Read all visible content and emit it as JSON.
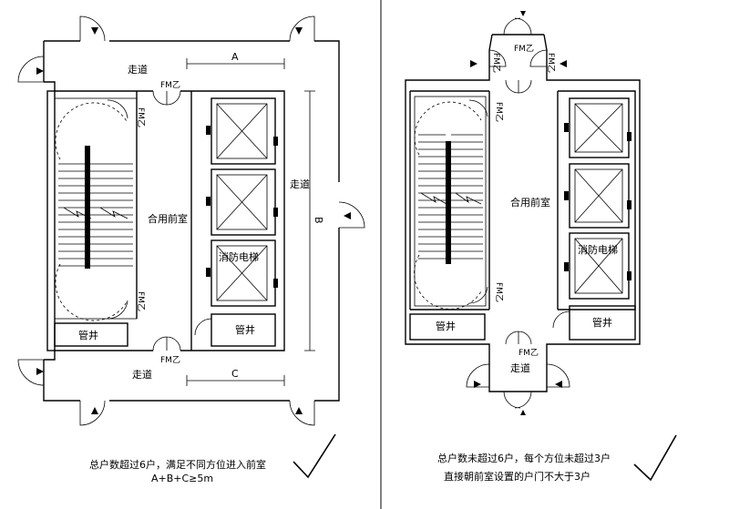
{
  "left_plan": {
    "corridor_top": "走道",
    "corridor_bottom": "走道",
    "corridor_right": "走道",
    "door_label_top": "FM乙",
    "door_label_bottom": "FM乙",
    "stair_door_top": "FM乙",
    "stair_door_bottom": "FM乙",
    "lobby": "合用前室",
    "fire_elevator": "消防电梯",
    "shaft_left": "管井",
    "shaft_right": "管井",
    "dim_a": "A",
    "dim_b": "B",
    "dim_c": "C",
    "caption_line1": "总户数超过6户，满足不同方位进入前室",
    "caption_line2": "A+B+C≥5m"
  },
  "right_plan": {
    "corridor_bottom": "走道",
    "door_label_top": "FM乙",
    "door_label_bottom": "FM乙",
    "stair_door_top": "FM乙",
    "stair_door_bottom": "FM乙",
    "side_door_left": "FM乙",
    "side_door_right": "FM乙",
    "lobby": "合用前室",
    "fire_elevator": "消防电梯",
    "shaft_left": "管井",
    "shaft_right": "管井",
    "caption_line1": "总户数未超过6户，每个方位未超过3户",
    "caption_line2": "直接朝前室设置的户门不大于3户"
  }
}
